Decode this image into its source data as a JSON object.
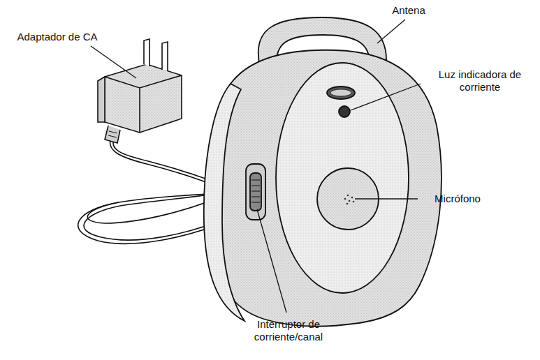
{
  "diagram": {
    "labels": [
      "Antena",
      "Adaptador de CA",
      "Luz indicadora de corriente",
      "Micrófono",
      "Interruptor de corriente/canal"
    ]
  }
}
